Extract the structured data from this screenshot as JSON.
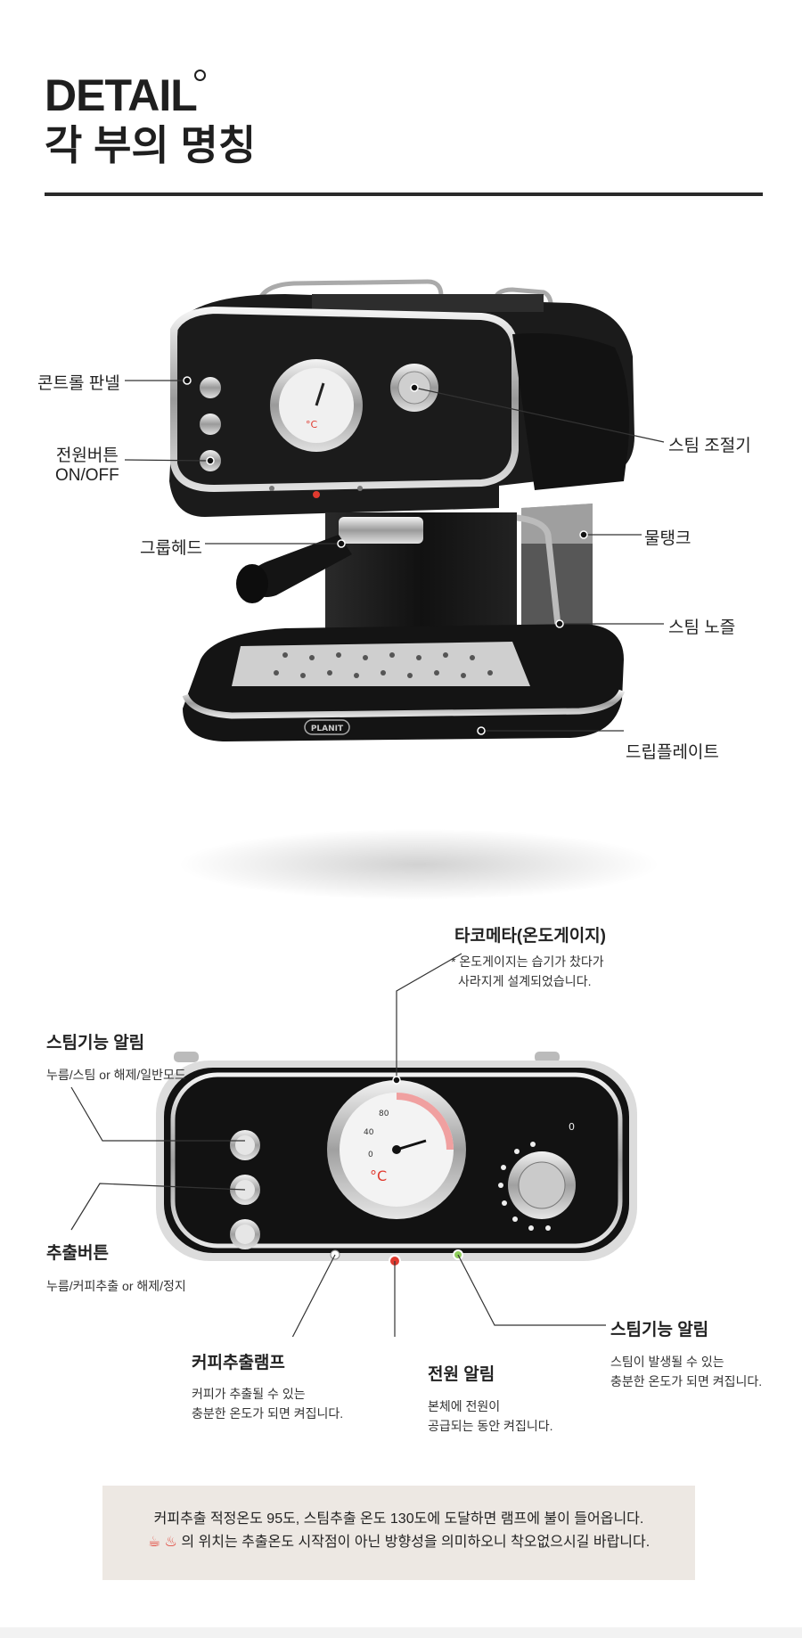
{
  "header": {
    "title_en": "DETAIL",
    "title_ko": "각 부의 명칭"
  },
  "product": {
    "brand": "PLANIT"
  },
  "top_labels": {
    "control_panel": "콘트롤 판넬",
    "power_line1": "전원버튼",
    "power_line2": "ON/OFF",
    "group_head": "그룹헤드",
    "steam_control": "스팀 조절기",
    "water_tank": "물탱크",
    "steam_nozzle": "스팀 노즐",
    "drip_plate": "드립플레이트"
  },
  "gauge": {
    "unit": "°C",
    "scale_values": [
      "0",
      "40",
      "80"
    ]
  },
  "bottom_labels": {
    "tachometer": {
      "title": "타코메타(온도게이지)",
      "desc_line1": "* 온도게이지는 습기가 찼다가",
      "desc_line2": "사라지게 설계되었습니다."
    },
    "steam_alarm_left": {
      "title": "스팀기능 알림",
      "desc": "누름/스팀 or 해제/일반모드"
    },
    "brew_button": {
      "title": "추출버튼",
      "desc": "누름/커피추출 or 해제/정지"
    },
    "coffee_lamp": {
      "title": "커피추출램프",
      "desc_line1": "커피가 추출될 수 있는",
      "desc_line2": "충분한 온도가 되면 켜집니다."
    },
    "power_alarm": {
      "title": "전원 알림",
      "desc_line1": "본체에 전원이",
      "desc_line2": "공급되는 동안 켜집니다."
    },
    "steam_alarm_right": {
      "title": "스팀기능 알림",
      "desc_line1": "스팀이 발생될 수 있는",
      "desc_line2": "충분한 온도가 되면 켜집니다."
    }
  },
  "dial": {
    "zero_label": "0"
  },
  "note": {
    "line1": "커피추출 적정온도 95도, 스팀추출 온도 130도에 도달하면 램프에 불이 들어옵니다.",
    "line2": "의 위치는 추출온도 시작점이 아닌 방향성을 의미하오니 착오없으시길 바랍니다."
  },
  "colors": {
    "accent_red": "#e03a2f",
    "machine_black": "#151515",
    "chrome": "#c9c9c9",
    "note_bg": "#ede8e3"
  }
}
